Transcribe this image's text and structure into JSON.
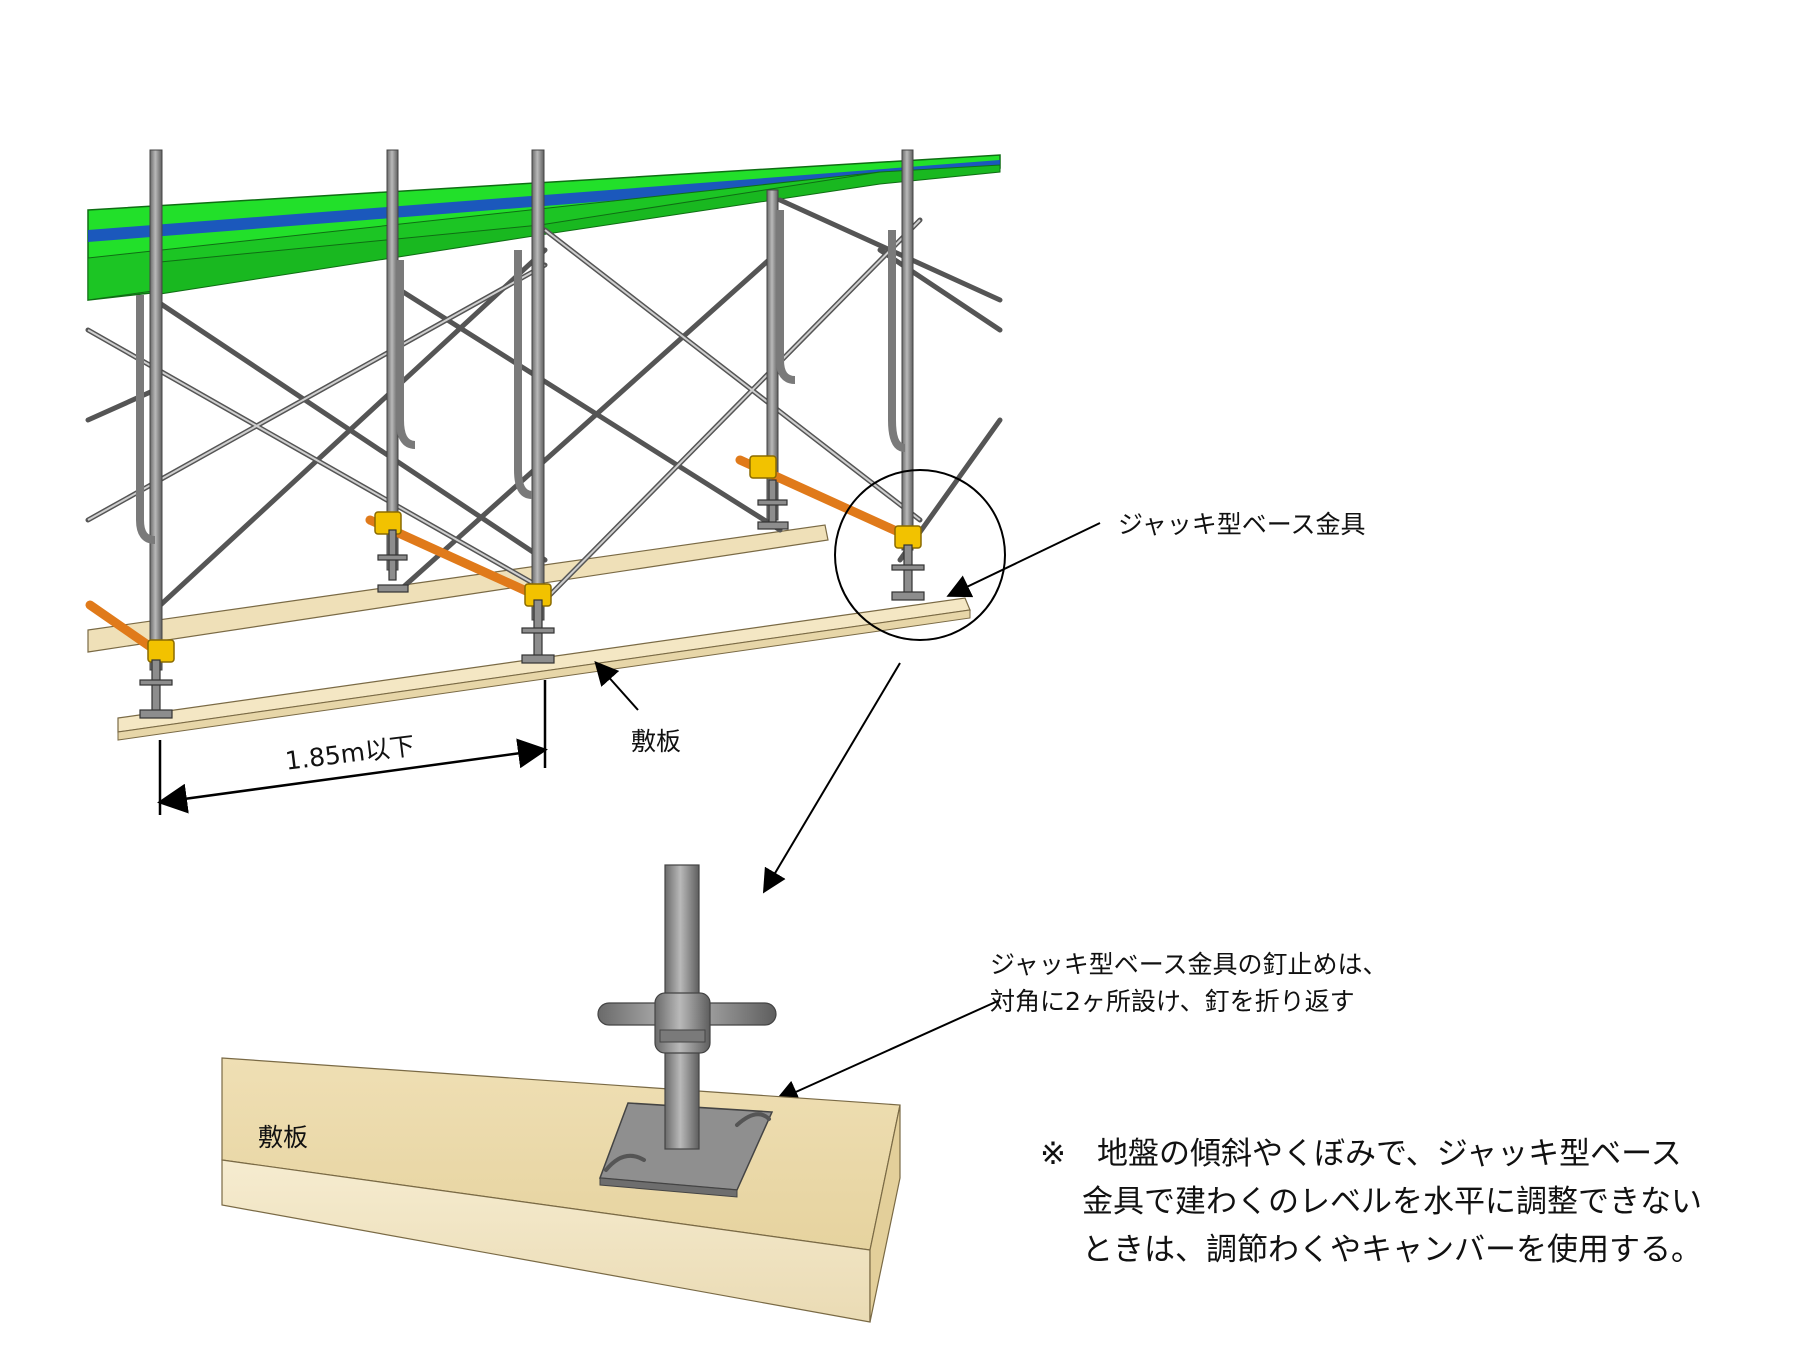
{
  "labels": {
    "jack_base": "ジャッキ型ベース金具",
    "sill_plate_top": "敷板",
    "dimension": "1.85m以下",
    "nailing_note_line1": "ジャッキ型ベース金具の釘止めは、",
    "nailing_note_line2": "対角に2ヶ所設け、釘を折り返す",
    "sill_plate_bottom": "敷板"
  },
  "note": {
    "line1": "※　地盤の傾斜やくぼみで、ジャッキ型ベース",
    "line2": "金具で建わくのレベルを水平に調整できない",
    "line3": "ときは、調節わくやキャンバーを使用する。"
  },
  "colors": {
    "deck": "#22e02a",
    "deck_stripe": "#1a3fd6",
    "frame_pipe": "#8a8a8a",
    "tie_bar": "#e07a1a",
    "clamp": "#f2c200",
    "sill_plate": "#f2e4c0",
    "line": "#000000"
  }
}
